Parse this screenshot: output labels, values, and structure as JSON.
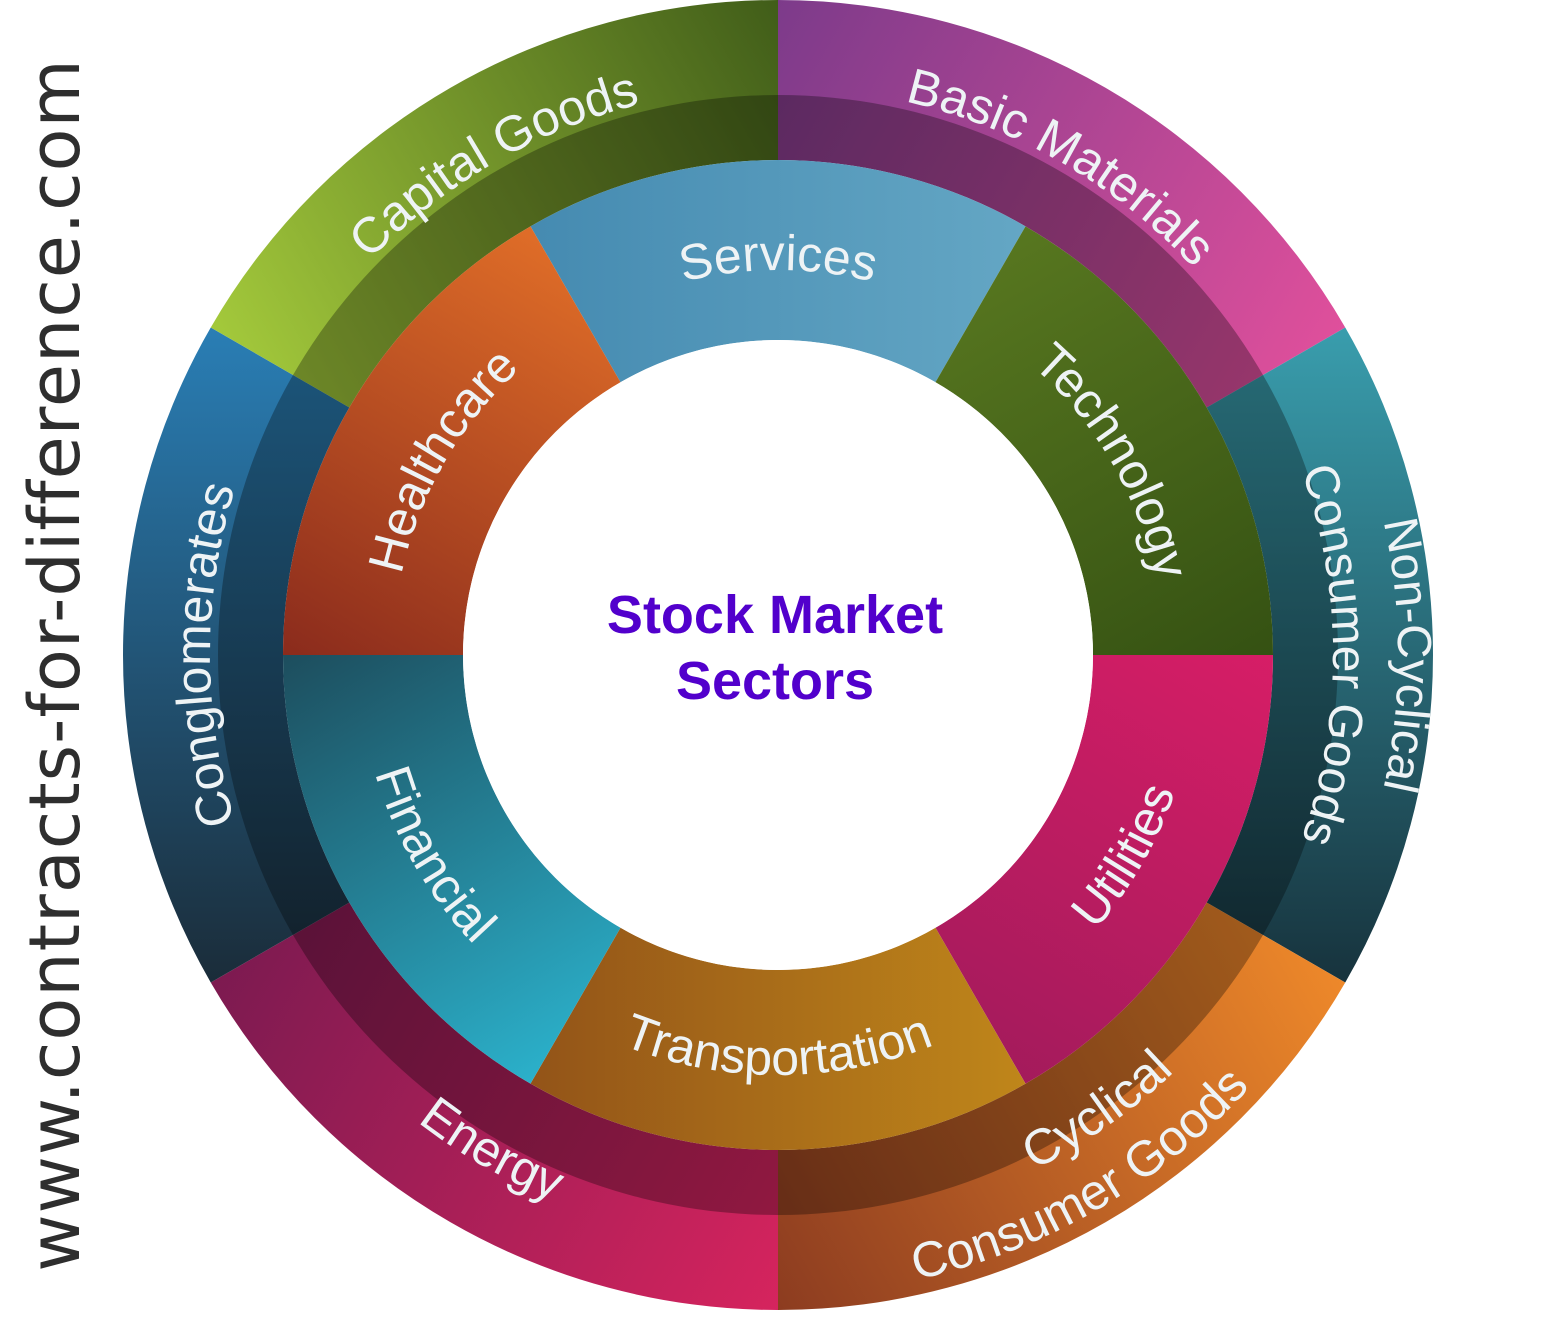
{
  "title": {
    "line1": "Stock Market",
    "line2": "Sectors"
  },
  "watermark": "www.contracts-for-difference.com",
  "outer_ring": [
    {
      "name": "Basic Materials",
      "lines": [
        "Basic Materials"
      ],
      "colors": [
        "#7a3a8a",
        "#e2509c"
      ]
    },
    {
      "name": "Non-Cyclical Consumer Goods",
      "lines": [
        "Non-Cyclical",
        "Consumer Goods"
      ],
      "colors": [
        "#3aa0b0",
        "#16303a"
      ]
    },
    {
      "name": "Cyclical Consumer Goods",
      "lines": [
        "Cyclical",
        "Consumer Goods"
      ],
      "colors": [
        "#f08a2a",
        "#8a3a20"
      ]
    },
    {
      "name": "Energy",
      "lines": [
        "Energy"
      ],
      "colors": [
        "#d8245e",
        "#7a1a50"
      ]
    },
    {
      "name": "Conglomerates",
      "lines": [
        "Conglomerates"
      ],
      "colors": [
        "#1a2a36",
        "#2a80b8"
      ]
    },
    {
      "name": "Capital Goods",
      "lines": [
        "Capital Goods"
      ],
      "colors": [
        "#a6cc3c",
        "#3e5a18"
      ]
    }
  ],
  "inner_ring": [
    {
      "name": "Services",
      "colors": [
        "#3f85ad",
        "#6aacc8"
      ]
    },
    {
      "name": "Technology",
      "colors": [
        "#5e7e22",
        "#2e4a10"
      ]
    },
    {
      "name": "Utilities",
      "colors": [
        "#e01e68",
        "#9a1a5a"
      ]
    },
    {
      "name": "Transportation",
      "colors": [
        "#c8901a",
        "#8a4a18"
      ]
    },
    {
      "name": "Financial",
      "colors": [
        "#2ec4e0",
        "#1a3a48"
      ]
    },
    {
      "name": "Healthcare",
      "colors": [
        "#7a1e1a",
        "#f07a2a"
      ]
    }
  ]
}
